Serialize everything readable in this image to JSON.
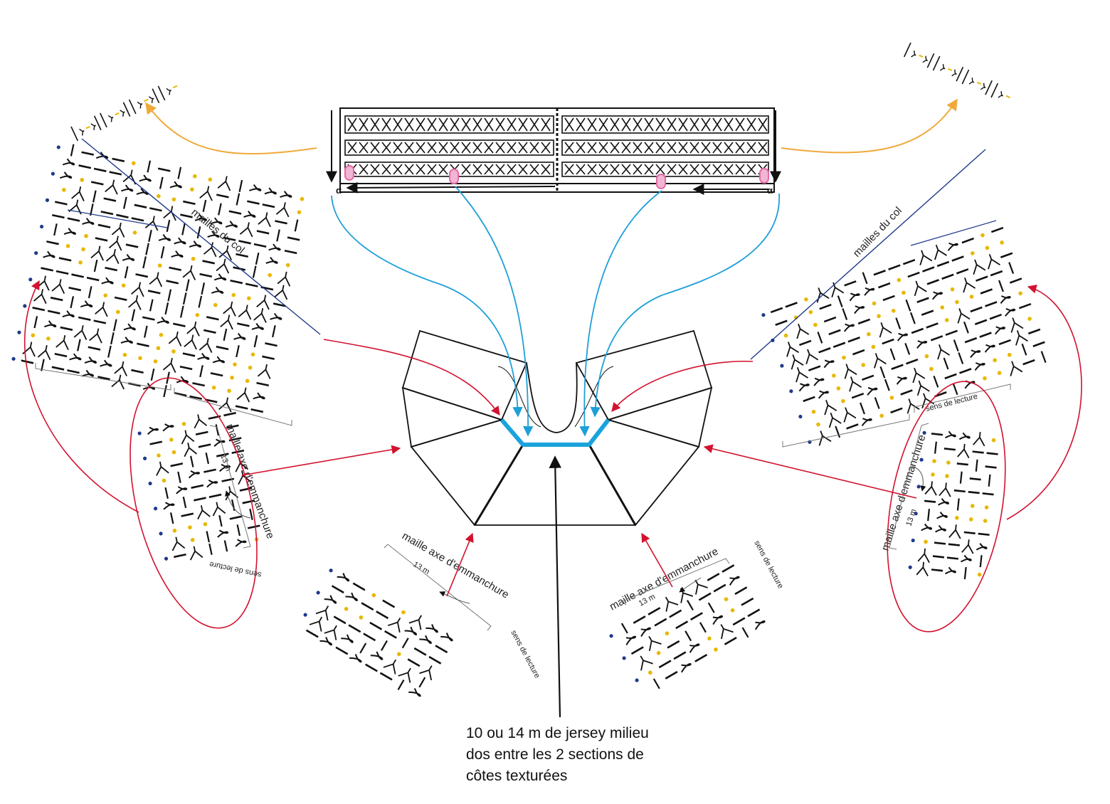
{
  "labels": {
    "neck_stitches": "mailles du col",
    "armhole_axis": "maille axe d'emmanchure",
    "thirteen_m": "13 m",
    "reading_direction": "sens de lecture"
  },
  "caption": {
    "line1": "10 ou 14 m de jersey milieu",
    "line2": "dos entre les 2 sections de",
    "line3": "côtes texturées"
  },
  "colors": {
    "blue_stitch": "#1f3a8a",
    "yellow_stitch": "#e8b800",
    "cyan_arrow": "#1e9fd8",
    "red_arrow": "#d2122e",
    "orange_arrow": "#f0a93b",
    "pink_marker": "#e66aa8",
    "highlight_edge": "#1aa3dc"
  },
  "icons": {
    "stitch_symbols": [
      "knit-bar-icon",
      "purl-dash-icon",
      "twisted-stitch-icon",
      "cross-stitch-icon"
    ]
  }
}
